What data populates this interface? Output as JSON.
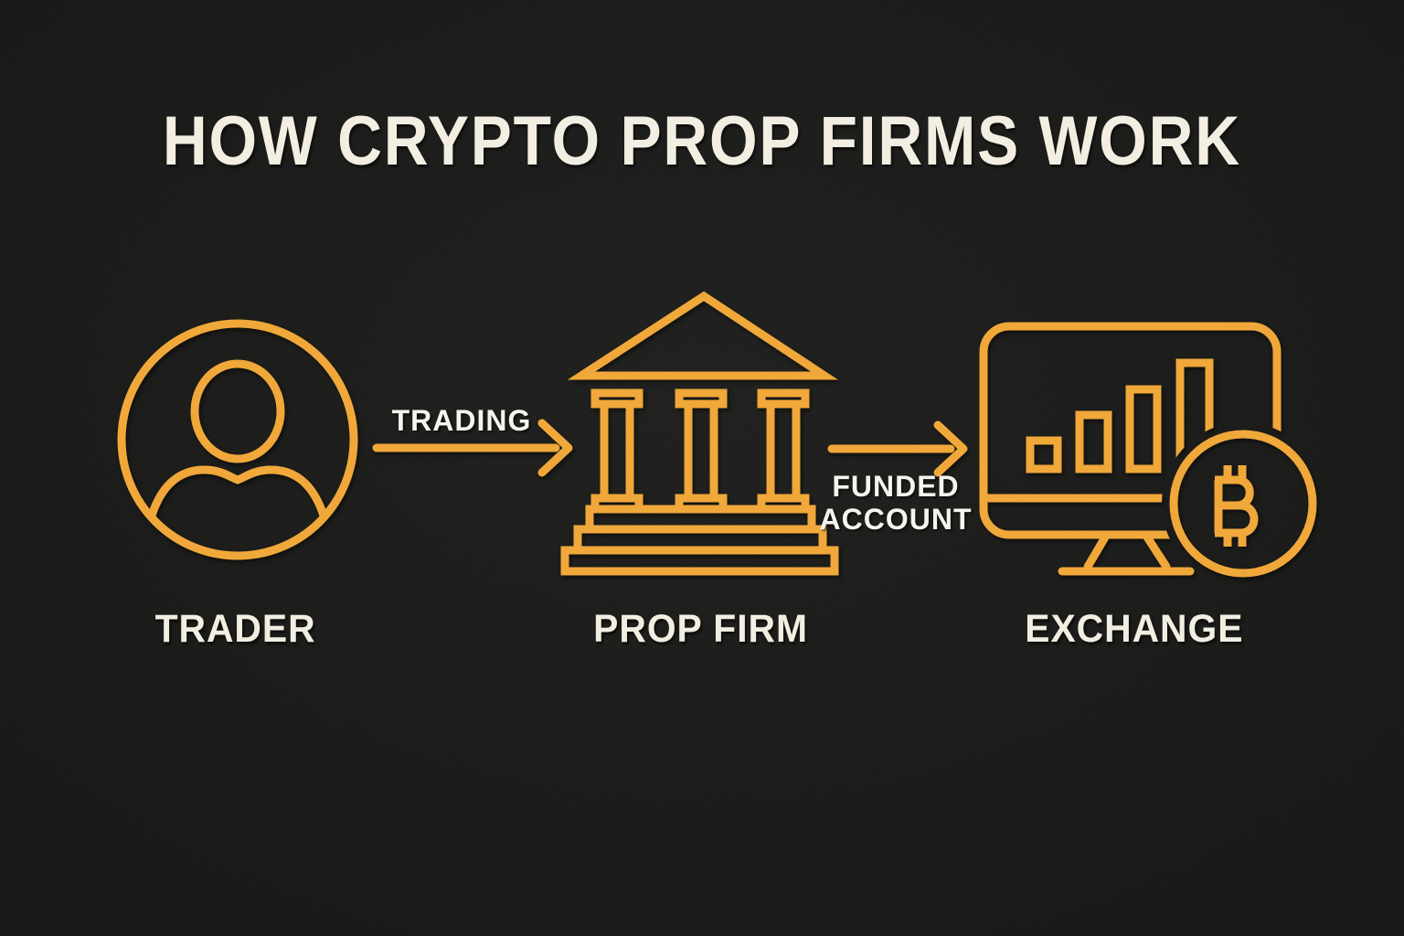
{
  "title": "HOW CRYPTO PROP FIRMS WORK",
  "colors": {
    "background": "#151513",
    "gold": "#F0A83A",
    "heading_text": "#F2EEE2",
    "flow_text": "#F6F4EE"
  },
  "entities": [
    {
      "label": "TRADER",
      "icon": "user-avatar-icon"
    },
    {
      "label": "PROP FIRM",
      "icon": "bank-building-icon"
    },
    {
      "label": "EXCHANGE",
      "icon": "trading-monitor-bitcoin-icon"
    }
  ],
  "flows": [
    {
      "icon": "right-arrow-icon",
      "lines": [
        "TRADING"
      ]
    },
    {
      "icon": "right-arrow-icon",
      "lines": [
        "FUNDED",
        "ACCOUNT"
      ]
    }
  ]
}
